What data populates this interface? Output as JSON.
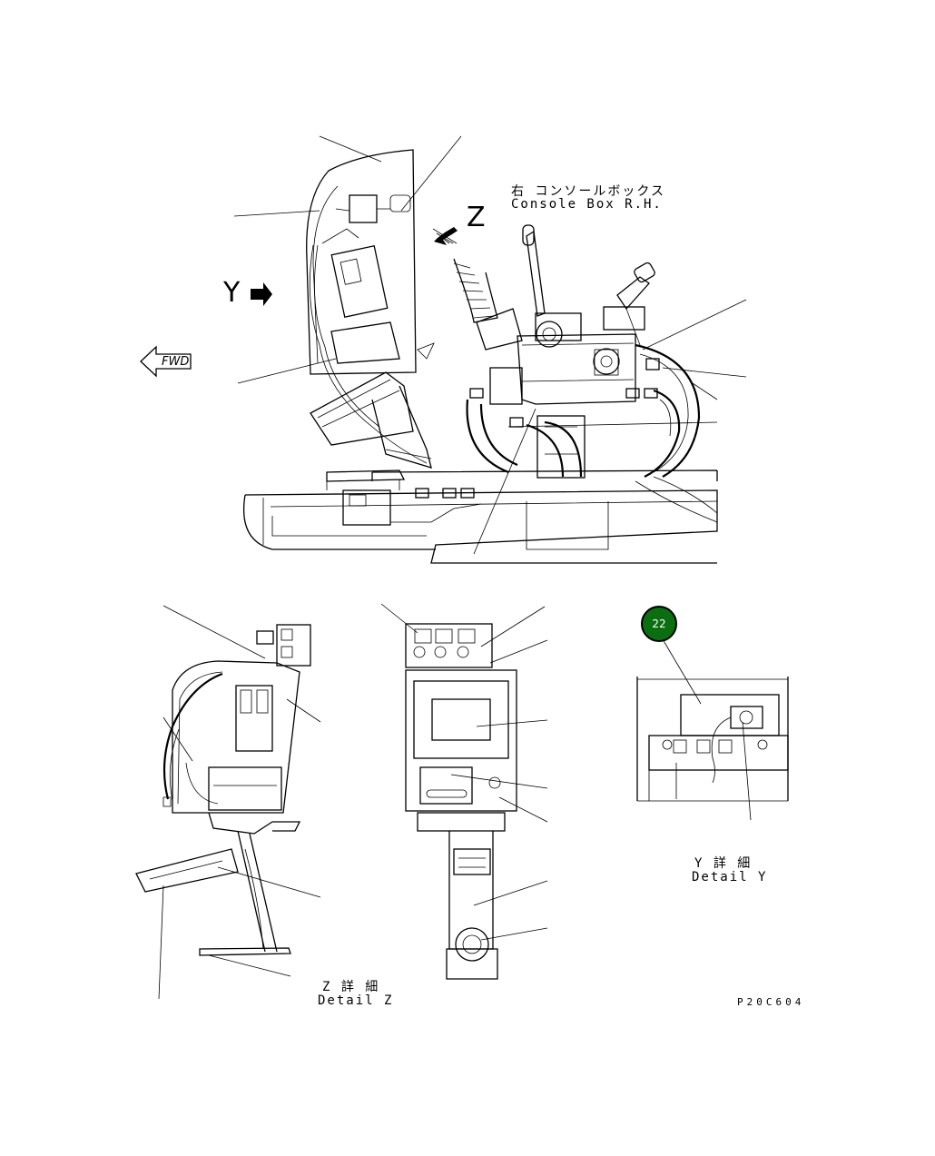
{
  "labels": {
    "console_jp": "右 コンソールボックス",
    "console_en": "Console Box R.H.",
    "view_z": "Z",
    "view_y": "Y",
    "fwd": "FWD",
    "detail_z_jp": "Z 詳 細",
    "detail_z_en": "Detail Z",
    "detail_y_jp": "Y 詳 細",
    "detail_y_en": "Detail Y",
    "drawing_no": "P20C604"
  },
  "callouts": [
    {
      "number": "22",
      "color": "#0b6e10"
    }
  ]
}
